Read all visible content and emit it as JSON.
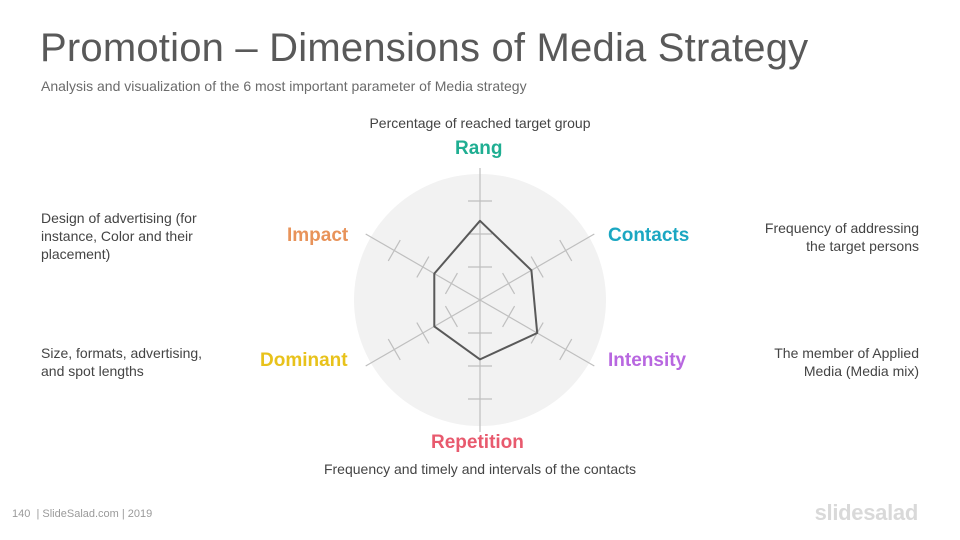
{
  "slide": {
    "title": "Promotion – Dimensions of Media Strategy",
    "subtitle": "Analysis and visualization of the 6 most important parameter of Media strategy"
  },
  "axes": [
    {
      "name": "Rang",
      "color": "#1fae92",
      "value": 0.6,
      "description": "Percentage of reached target group"
    },
    {
      "name": "Contacts",
      "color": "#1ba7c2",
      "value": 0.45,
      "description": "Frequency of addressing the target persons"
    },
    {
      "name": "Intensity",
      "color": "#b867e0",
      "value": 0.5,
      "description": "The member of Applied Media (Media mix)"
    },
    {
      "name": "Repetition",
      "color": "#e85a6e",
      "value": 0.45,
      "description": "Frequency and timely and intervals of the contacts"
    },
    {
      "name": "Dominant",
      "color": "#e8c21b",
      "value": 0.4,
      "description": "Size, formats, advertising, and spot lengths"
    },
    {
      "name": "Impact",
      "color": "#e8935a",
      "value": 0.4,
      "description": "Design of advertising (for instance, Color and their placement)"
    }
  ],
  "footer": {
    "page": "140",
    "credit": "| SlideSalad.com | 2019"
  },
  "brand": "slidesalad"
}
